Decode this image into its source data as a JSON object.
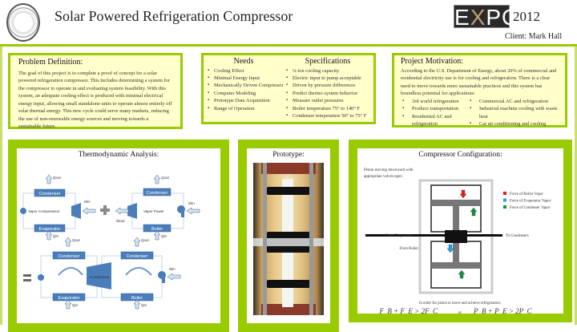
{
  "header": {
    "title": "Solar Powered Refrigeration Compressor",
    "logo_text": "THE UNIVERSITY OF TOLEDO 1872",
    "expo_left": "E",
    "expo_x": "X",
    "expo_right": "PO",
    "year": "2012",
    "client": "Client: Mark Hall"
  },
  "problem": {
    "title": "Problem Definition:",
    "text": "The goal of this project is to complete a proof of concept for a solar powered refrigeration compressor. This includes determining a system for the compressor to operate in and evaluating system feasibility.  With this system, an adequate cooling effect is produced with minimal electrical energy input, allowing small standalone units to operate almost entirely off solar thermal energy. This new cycle could serve many markets, reducing the use of non-renewable energy sources and moving towards a sustainable future."
  },
  "needs": {
    "title": "Needs",
    "items": [
      "Cooling Effect",
      "Minimal Energy Input",
      "Mechanically Driven Compressor",
      "Computer Modeling",
      "Prototype Data Acquisition",
      "Range of Operation"
    ]
  },
  "specs": {
    "title": "Specifications",
    "items": [
      "¼ ton cooling capacity",
      "Electric input to pump acceptable",
      "Driven by pressure differences",
      "Predict thermo system behavior",
      "Measure outlet pressures",
      "Boiler temperature 75° to 140° F",
      "Condenser temperature 50° to 75° F"
    ]
  },
  "motivation": {
    "title": "Project Motivation:",
    "text": "According to the U.S. Department of Energy, about 20% of commercial and residential electricity use is for cooling and refrigeration. There is a clear need to move towards more sustainable practices and this system has boundless potential for applications:",
    "left": [
      "3rd world refrigeration",
      "Produce transportation",
      "Residential AC and refrigeration"
    ],
    "right": [
      "Commercial AC and refrigeration",
      "Industrial machine cooling with waste heat",
      "Car air conditioning and cooling"
    ]
  },
  "thermo": {
    "title": "Thermodynamic Analysis:",
    "condenser": "Condenser",
    "evaporator": "Evaporator",
    "boiler": "Boiler",
    "compressor": "Compressor",
    "vapor_compression": "Vapor Compression",
    "vapor_power": "Vapor Power",
    "q_out": "Qout",
    "q_in": "Qin",
    "w_in": "Win",
    "w_out": "Wout"
  },
  "prototype": {
    "title": "Prototype:"
  },
  "compressor": {
    "title": "Compressor Configuration:",
    "note": "Piston moving downward with appropriate valves open",
    "legend": [
      {
        "label": "Force of Boiler Vapor",
        "color": "#e8191c"
      },
      {
        "label": "Force of Evaporator Vapor",
        "color": "#1ca0e8"
      },
      {
        "label": "Force of Condenser Vapor",
        "color": "#109040"
      }
    ],
    "from_evaporator": "From Evaporator",
    "to_condensers": "To Condensers",
    "from_boiler": "From Boiler",
    "caption": "In order for piston to move and achieve refrigeration:",
    "eq1": "F_B + F_E > 2F_C",
    "or": "or",
    "eq2": "P_B + P_E > 2P_C"
  },
  "colors": {
    "accent": "#99cc00",
    "box_fill": "#ffffcc",
    "diagram_blue": "#4a7ebb"
  }
}
